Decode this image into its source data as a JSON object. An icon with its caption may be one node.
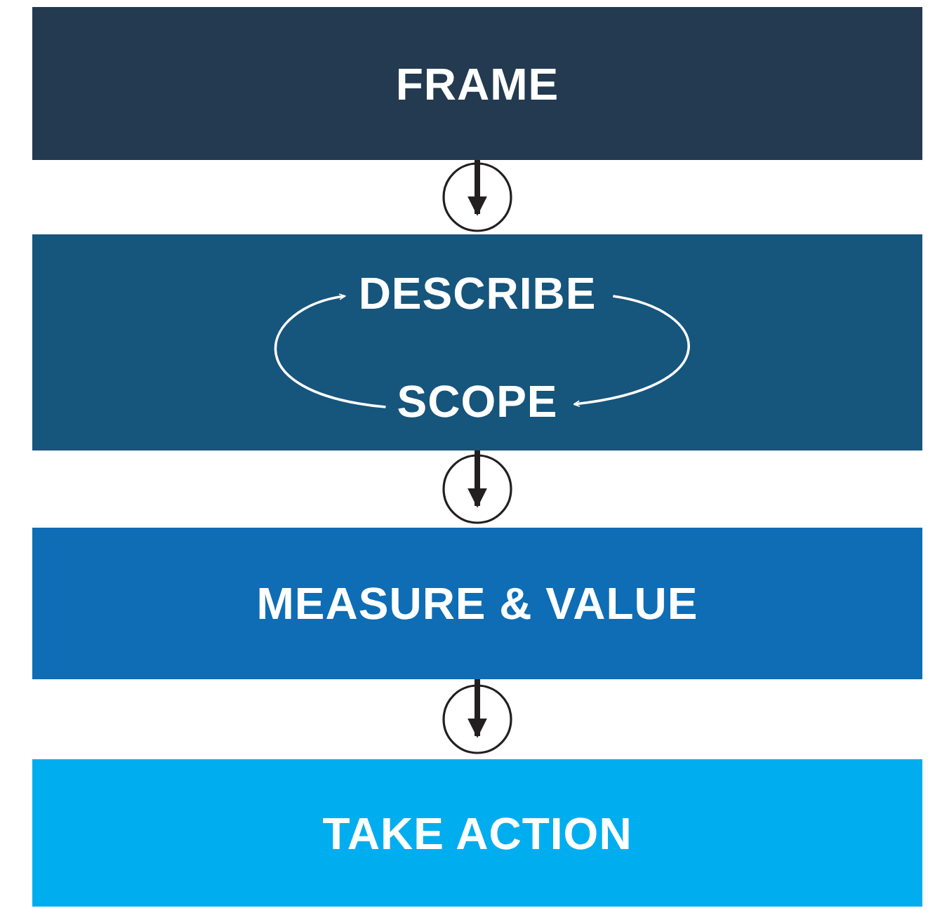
{
  "diagram": {
    "nodes": [
      {
        "text": [
          "FRAME"
        ]
      },
      {
        "text": [],
        "shape": "box"
      },
      {
        "text": [
          "DESCRIBE"
        ],
        "in": 1
      },
      {
        "text": [
          "SCOPE"
        ],
        "in": 1
      },
      {
        "text": [
          "MEASURE & VALUE"
        ]
      },
      {
        "text": [
          "TAKE ACTION"
        ]
      }
    ],
    "edges": [
      {
        "from": 0,
        "to": 1,
        "arrow": "to"
      },
      {
        "from": 1,
        "to": 4,
        "arrow": "to"
      },
      {
        "from": 4,
        "to": 5,
        "arrow": "to"
      },
      {
        "from": 3,
        "to": 2,
        "arrow": "to",
        "color": "#ffffff"
      },
      {
        "from": 2,
        "to": 3,
        "arrow": "to",
        "color": "#ffffff"
      }
    ]
  }
}
